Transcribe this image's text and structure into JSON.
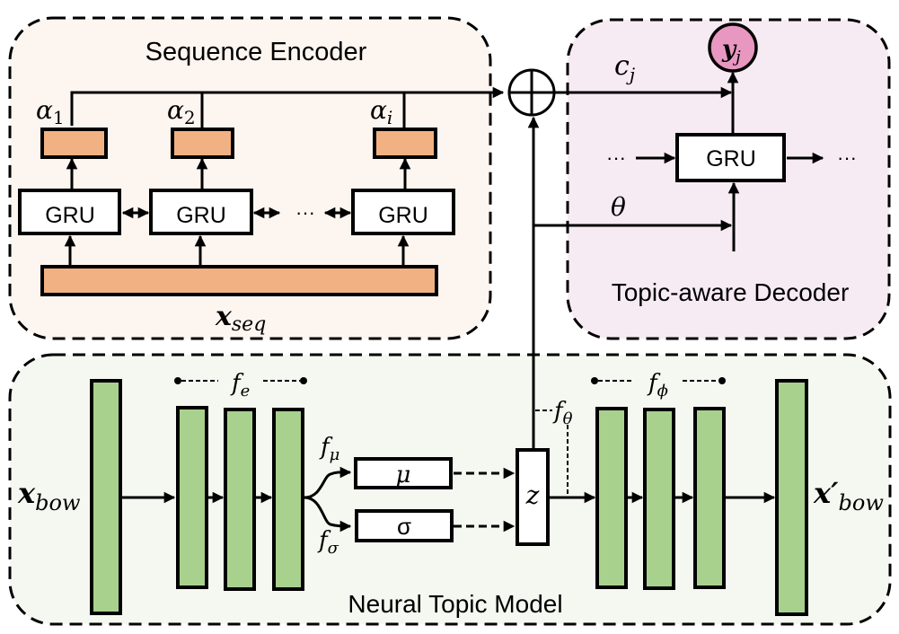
{
  "colors": {
    "encoder_bg": "#fdf5f0",
    "decoder_bg": "#f7ebf3",
    "ntm_bg": "#f5f8f0",
    "orange_block": "#f2b183",
    "green_block": "#a9d18e",
    "output_node": "#e897c1",
    "stroke": "#000000"
  },
  "encoder": {
    "title": "Sequence Encoder",
    "gru_label": "GRU",
    "ellipsis": "···",
    "alphas": [
      {
        "base": "α",
        "sub": "1"
      },
      {
        "base": "α",
        "sub": "2"
      },
      {
        "base": "α",
        "sub": "i"
      }
    ],
    "input": {
      "base": "x",
      "sub": "seq"
    }
  },
  "decoder": {
    "title": "Topic-aware Decoder",
    "gru_label": "GRU",
    "ellipsis": "···",
    "output": {
      "base": "y",
      "sub": "j"
    },
    "context": {
      "base": "c",
      "sub": "j"
    },
    "theta": "θ"
  },
  "combiner": {
    "symbol": "⊕"
  },
  "ntm": {
    "title": "Neural Topic Model",
    "input": {
      "base": "x",
      "sub": "bow"
    },
    "output": {
      "base": "x′",
      "sub": "bow"
    },
    "f_e": {
      "base": "f",
      "sub": "e"
    },
    "f_mu": {
      "base": "f",
      "sub": "μ"
    },
    "f_sigma": {
      "base": "f",
      "sub": "σ"
    },
    "f_theta": {
      "base": "f",
      "sub": "θ"
    },
    "f_phi": {
      "base": "f",
      "sub": "ϕ"
    },
    "mu": "μ",
    "sigma": "σ",
    "z": "z"
  }
}
